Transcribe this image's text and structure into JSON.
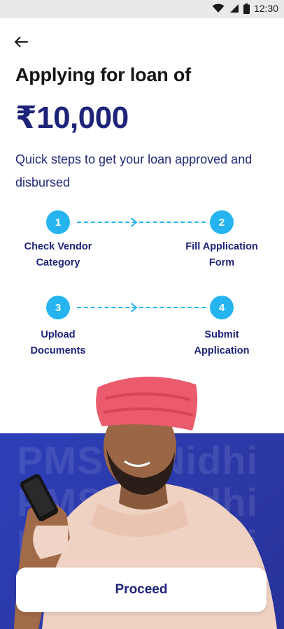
{
  "status_bar": {
    "time": "12:30"
  },
  "header": {
    "title": "Applying for loan of",
    "amount": "₹10,000"
  },
  "description": "Quick steps to get your loan approved and disbursed",
  "steps": [
    {
      "number": "1",
      "label_line1": "Check Vendor",
      "label_line2": "Category"
    },
    {
      "number": "2",
      "label_line1": "Fill Application",
      "label_line2": "Form"
    },
    {
      "number": "3",
      "label_line1": "Upload",
      "label_line2": "Documents"
    },
    {
      "number": "4",
      "label_line1": "Submit",
      "label_line2": "Application"
    }
  ],
  "hero": {
    "watermark": "PMSVANidhi"
  },
  "actions": {
    "proceed_label": "Proceed"
  },
  "colors": {
    "primary": "#1d2378",
    "accent": "#25b4ef",
    "band": "#2d3fb8"
  },
  "icons": [
    "wifi-icon",
    "signal-icon",
    "battery-icon",
    "back-arrow-icon",
    "chevron-right-icon"
  ]
}
